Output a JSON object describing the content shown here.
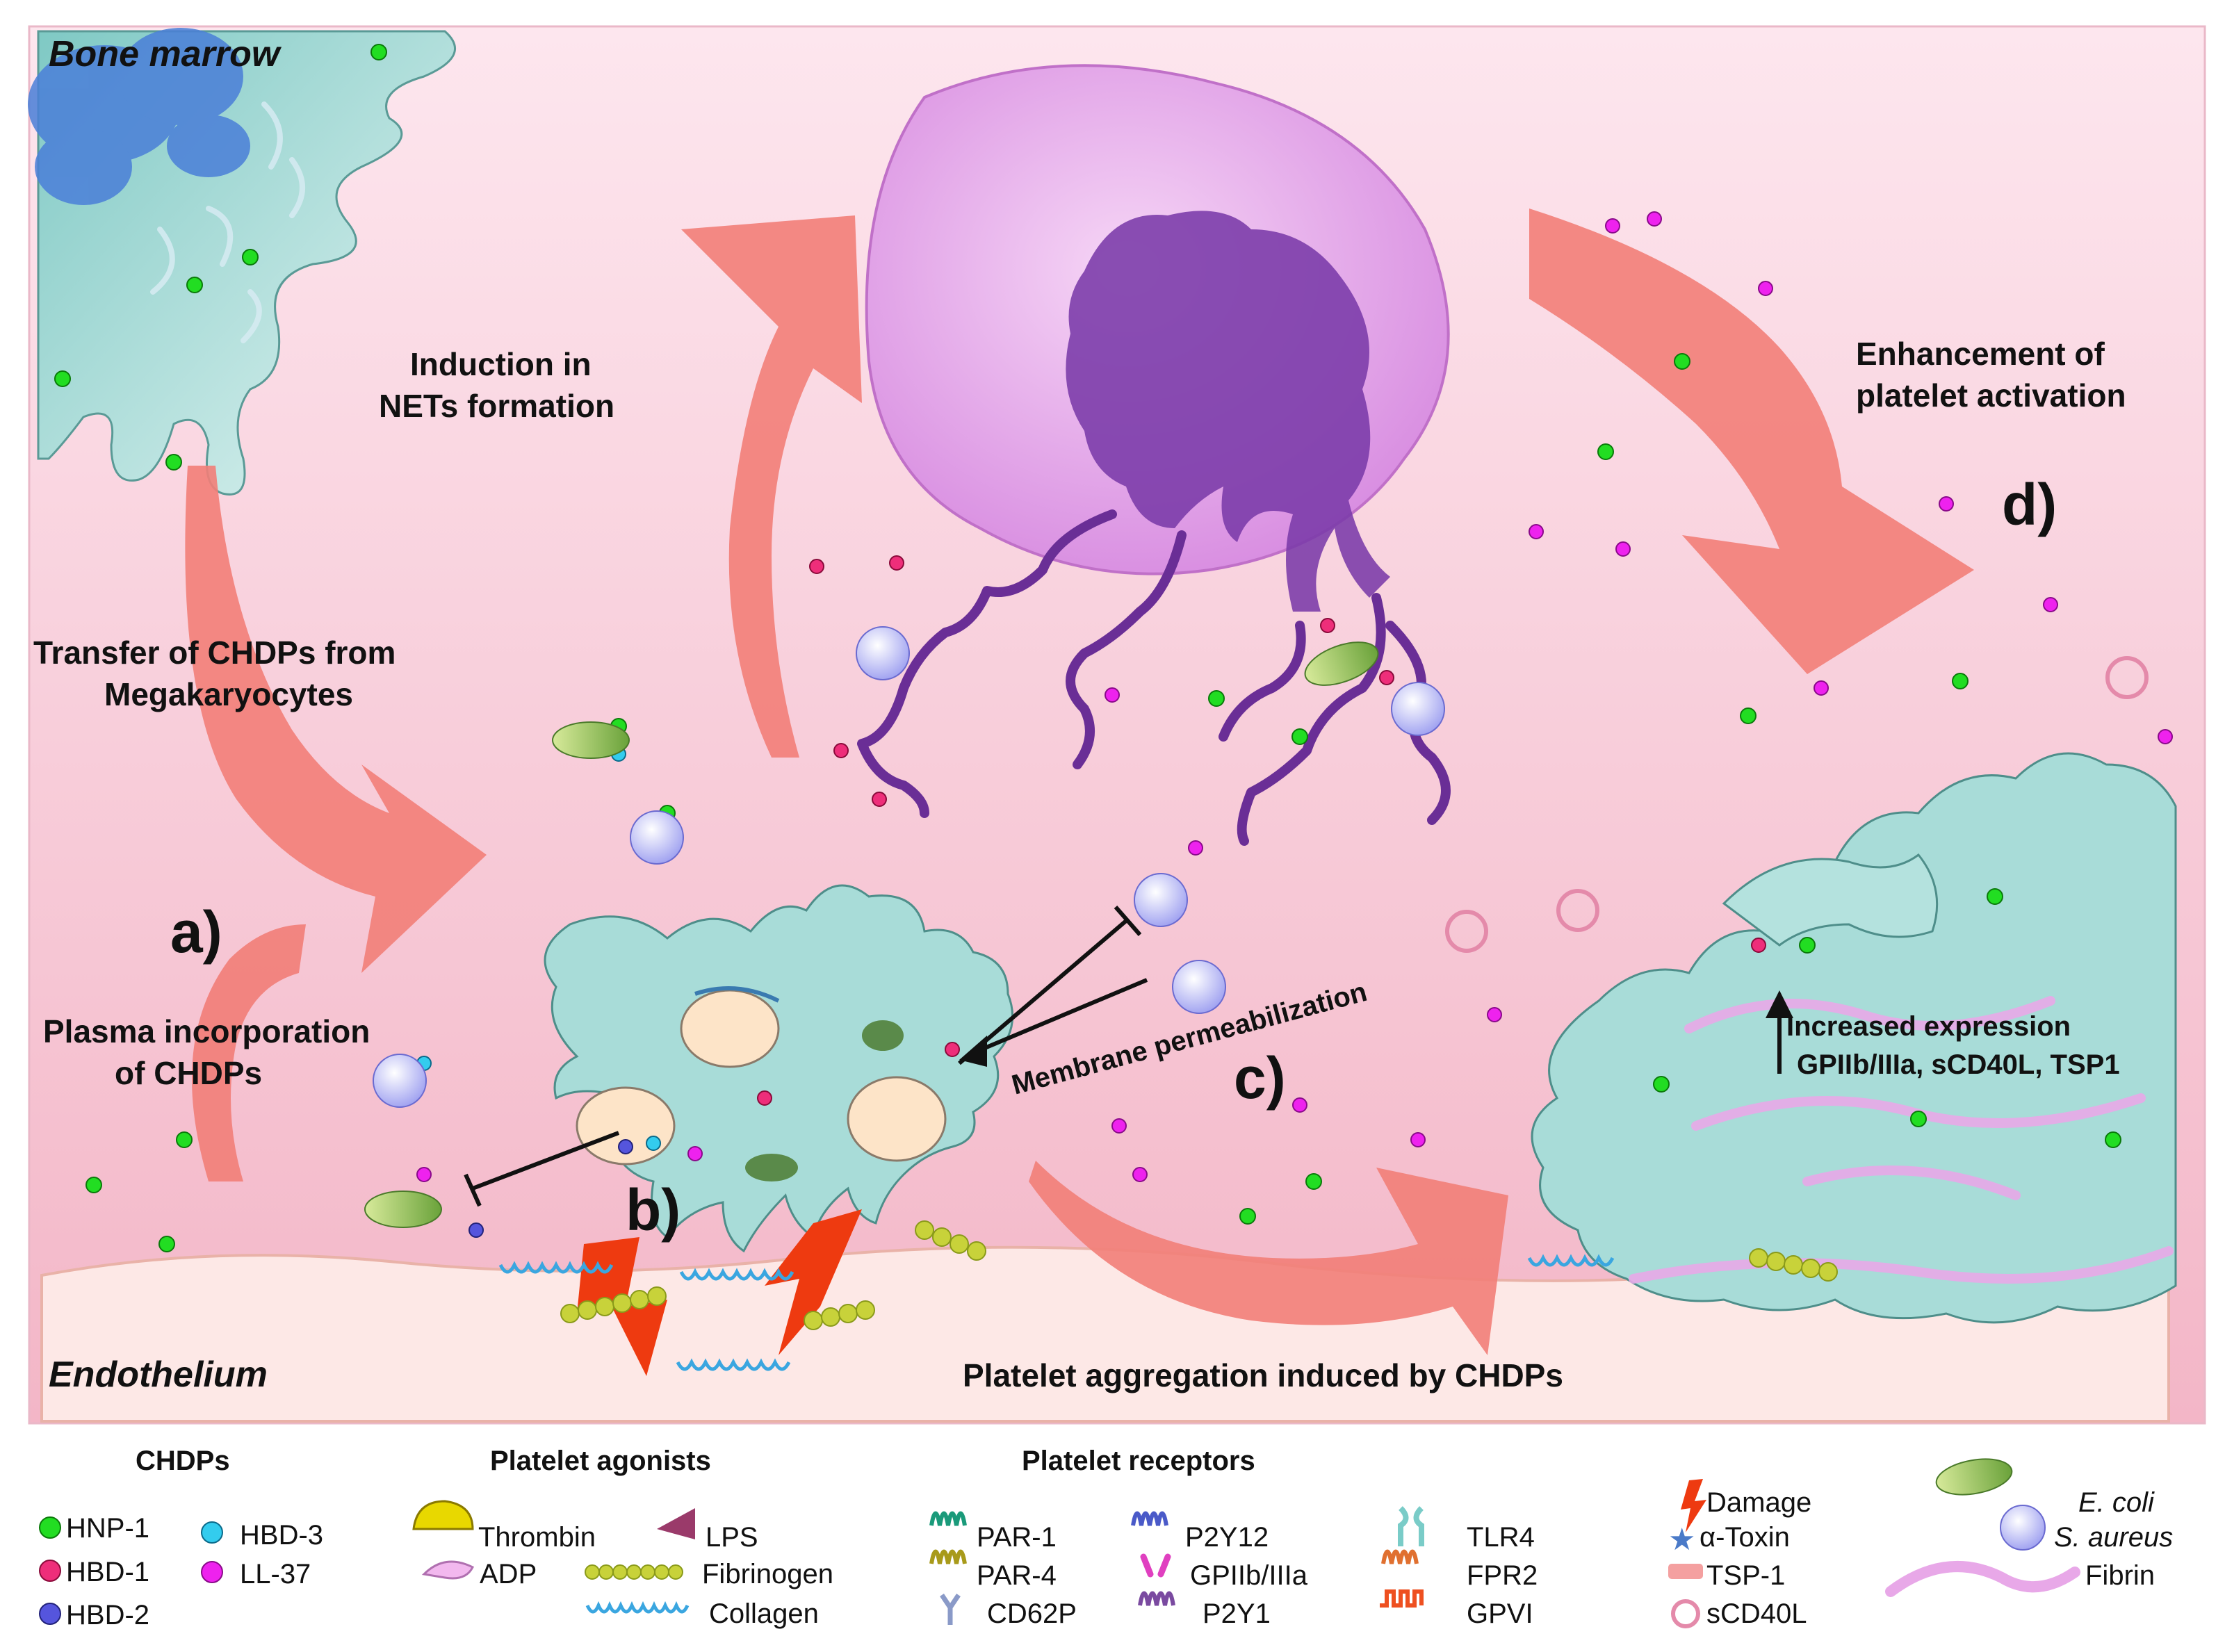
{
  "regions": {
    "bone_marrow": "Bone marrow",
    "endothelium": "Endothelium"
  },
  "captions": {
    "nets_1": "Induction in",
    "nets_2": "NETs formation",
    "transfer_1": "Transfer of CHDPs from",
    "transfer_2": "Megakaryocytes",
    "plasma_1": "Plasma incorporation",
    "plasma_2": "of CHDPs",
    "enhance_1": "Enhancement of",
    "enhance_2": "platelet activation",
    "membrane": "Membrane permeabilization",
    "aggregation": "Platelet aggregation induced by CHDPs",
    "increased_1": "Increased expression",
    "increased_2": "GPIIb/IIIa, sCD40L, TSP1"
  },
  "panel_letters": {
    "a": "a)",
    "b": "b)",
    "c": "c)",
    "d": "d)"
  },
  "legend": {
    "chdps": {
      "header": "CHDPs",
      "items": [
        {
          "label": "HNP-1",
          "color": "#22dd22"
        },
        {
          "label": "HBD-3",
          "color": "#33ccee"
        },
        {
          "label": "HBD-1",
          "color": "#ee2e7a"
        },
        {
          "label": "LL-37",
          "color": "#ee22ee"
        },
        {
          "label": "HBD-2",
          "color": "#5555dd"
        }
      ]
    },
    "agonists": {
      "header": "Platelet agonists",
      "items": [
        {
          "label": "Thrombin",
          "icon": "thrombin-icon"
        },
        {
          "label": "LPS",
          "icon": "lps-icon"
        },
        {
          "label": "ADP",
          "icon": "adp-icon"
        },
        {
          "label": "Fibrinogen",
          "icon": "fibrinogen-icon"
        },
        {
          "label": "Collagen",
          "icon": "collagen-icon"
        }
      ]
    },
    "receptors": {
      "header": "Platelet receptors",
      "items": [
        {
          "label": "PAR-1",
          "icon": "par1-icon"
        },
        {
          "label": "P2Y12",
          "icon": "p2y12-icon"
        },
        {
          "label": "TLR4",
          "icon": "tlr4-icon"
        },
        {
          "label": "PAR-4",
          "icon": "par4-icon"
        },
        {
          "label": "GPIIb/IIIa",
          "icon": "gpiib-iiia-icon"
        },
        {
          "label": "FPR2",
          "icon": "fpr2-icon"
        },
        {
          "label": "CD62P",
          "icon": "cd62p-icon"
        },
        {
          "label": "P2Y1",
          "icon": "p2y1-icon"
        },
        {
          "label": "GPVI",
          "icon": "gpvi-icon"
        }
      ]
    },
    "other": {
      "items": [
        {
          "label": "Damage",
          "icon": "damage-icon"
        },
        {
          "label": "α-Toxin",
          "icon": "alpha-toxin-icon"
        },
        {
          "label": "TSP-1",
          "icon": "tsp1-icon"
        },
        {
          "label": "sCD40L",
          "icon": "scd40l-icon"
        }
      ]
    },
    "bacteria": {
      "items": [
        {
          "label": "E. coli",
          "icon": "e-coli-icon"
        },
        {
          "label": "S. aureus",
          "icon": "s-aureus-icon"
        },
        {
          "label": "Fibrin",
          "icon": "fibrin-icon"
        }
      ]
    }
  },
  "colors": {
    "background": "#f7d0dc",
    "platelet": "#a8dcd8",
    "arrow": "#f27e78",
    "neutrophil": "#e9a6ee",
    "nucleus": "#7a3aa8",
    "endothelium": "#fde8e6"
  }
}
